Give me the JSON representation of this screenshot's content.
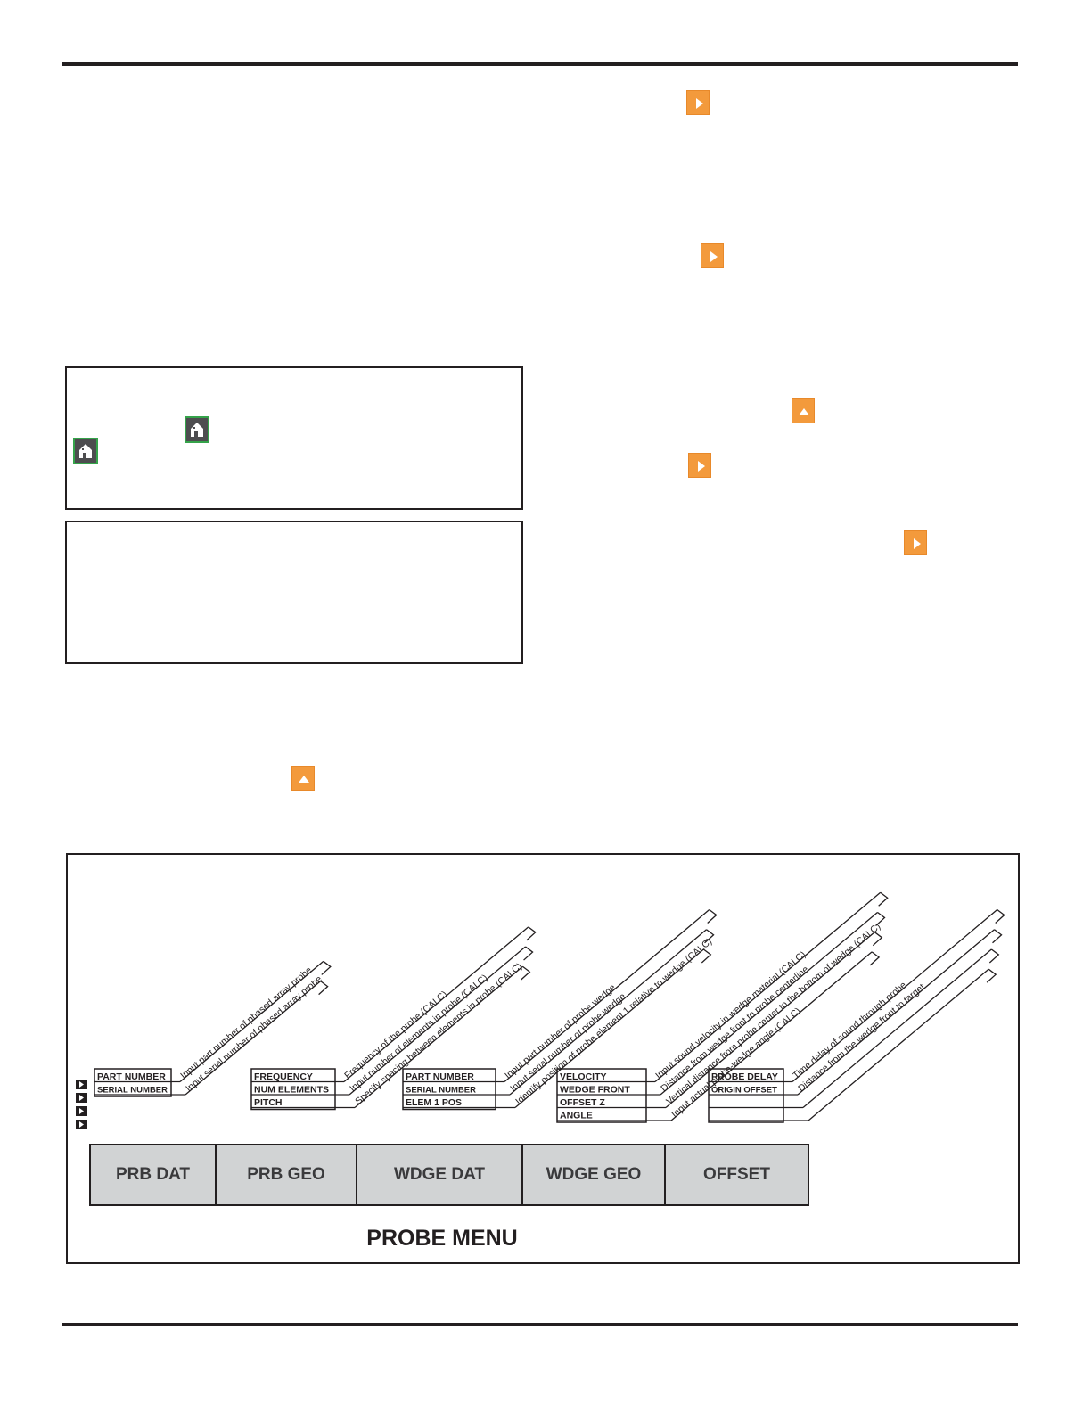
{
  "icons": {
    "right_arrow": "right-arrow-icon",
    "up_arrow": "up-arrow-icon",
    "home": "home-icon"
  },
  "colors": {
    "arrow_key": "#f39a3c",
    "home_key_border": "#35a34a",
    "home_key_fill": "#4d4d4f",
    "menu_fill": "#d1d3d4"
  },
  "figure": {
    "caption": "PROBE MENU",
    "menu_keys": [
      {
        "label": "PRB DAT"
      },
      {
        "label": "PRB GEO"
      },
      {
        "label": "WDGE DAT"
      },
      {
        "label": "WDGE GEO"
      },
      {
        "label": "OFFSET"
      }
    ],
    "groups": [
      {
        "menu": "PRB DAT",
        "items": [
          {
            "label": "PART NUMBER",
            "desc": "Input part number of phased array probe"
          },
          {
            "label": "SERIAL NUMBER",
            "desc": "Input serial number of phased array probe"
          }
        ]
      },
      {
        "menu": "PRB GEO",
        "items": [
          {
            "label": "FREQUENCY",
            "desc": "Frequency of the probe (CALC)"
          },
          {
            "label": "NUM ELEMENTS",
            "desc": "Input number of elements in probe (CALC)"
          },
          {
            "label": "PITCH",
            "desc": "Specify spacing between elements in probe (CALC)"
          }
        ]
      },
      {
        "menu": "WDGE DAT",
        "items": [
          {
            "label": "PART NUMBER",
            "desc": "Input part number of probe wedge"
          },
          {
            "label": "SERIAL NUMBER",
            "desc": "Input serial number of probe wedge"
          },
          {
            "label": "ELEM 1 POS",
            "desc": "Identify position of probe element 1 relative to wedge (CALC)"
          }
        ]
      },
      {
        "menu": "WDGE GEO",
        "items": [
          {
            "label": "VELOCITY",
            "desc": "Input sound velocity in wedge material (CALC)"
          },
          {
            "label": "WEDGE FRONT",
            "desc": "Distance from wedge front to probe centerline"
          },
          {
            "label": "OFFSET Z",
            "desc": "Vertical distance from probe center to the bottom of wedge (CALC)"
          },
          {
            "label": "ANGLE",
            "desc": "Input actual probe-wedge angle (CALC)"
          }
        ]
      },
      {
        "menu": "OFFSET",
        "items": [
          {
            "label": "PROBE DELAY",
            "desc": "Time delay of sound through probe"
          },
          {
            "label": "ORIGIN OFFSET",
            "desc": "Distance from the wedge front to target"
          },
          {
            "label": "",
            "desc": ""
          },
          {
            "label": "",
            "desc": ""
          }
        ]
      }
    ]
  }
}
